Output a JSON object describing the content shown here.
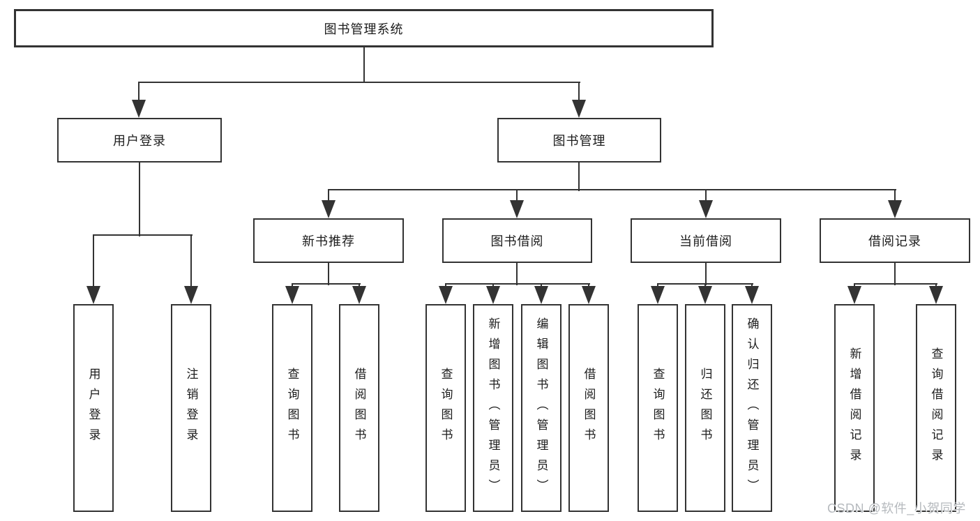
{
  "colors": {
    "line": "#333333",
    "box_border": "#333333",
    "box_fill": "#ffffff",
    "text": "#1c1c1c",
    "watermark": "#b6babe",
    "background": "#ffffff"
  },
  "diagram_type": "hierarchy-tree",
  "root": {
    "label": "图书管理系统"
  },
  "branches": [
    {
      "label": "用户登录",
      "leaves": [
        {
          "label": "用户登录"
        },
        {
          "label": "注销登录"
        }
      ]
    },
    {
      "label": "图书管理",
      "groups": [
        {
          "label": "新书推荐",
          "leaves": [
            {
              "label": "查询图书"
            },
            {
              "label": "借阅图书"
            }
          ]
        },
        {
          "label": "图书借阅",
          "leaves": [
            {
              "label": "查询图书"
            },
            {
              "label": "新增图书（管理员）"
            },
            {
              "label": "编辑图书（管理员）"
            },
            {
              "label": "借阅图书"
            }
          ]
        },
        {
          "label": "当前借阅",
          "leaves": [
            {
              "label": "查询图书"
            },
            {
              "label": "归还图书"
            },
            {
              "label": "确认归还（管理员）"
            }
          ]
        },
        {
          "label": "借阅记录",
          "leaves": [
            {
              "label": "新增借阅记录"
            },
            {
              "label": "查询借阅记录"
            }
          ]
        }
      ]
    }
  ],
  "watermark": {
    "text": "CSDN @软件_小贺同学"
  }
}
